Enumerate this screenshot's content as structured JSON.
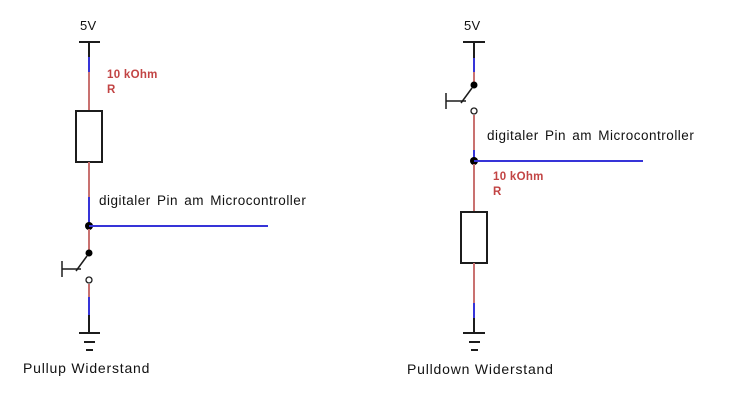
{
  "colors": {
    "wire_red": "#c97170",
    "wire_blue": "#3634d8",
    "label_red": "#c24444",
    "line_black": "#1c1c1c"
  },
  "circuits": [
    {
      "id": "pullup",
      "supply_label": "5V",
      "resistor_value": "10 kOhm",
      "resistor_name": "R",
      "pin_label": "digitaler Pin am Microcontroller",
      "caption": "Pullup Widerstand"
    },
    {
      "id": "pulldown",
      "supply_label": "5V",
      "resistor_value": "10 kOhm",
      "resistor_name": "R",
      "pin_label": "digitaler Pin am Microcontroller",
      "caption": "Pulldown Widerstand"
    }
  ]
}
